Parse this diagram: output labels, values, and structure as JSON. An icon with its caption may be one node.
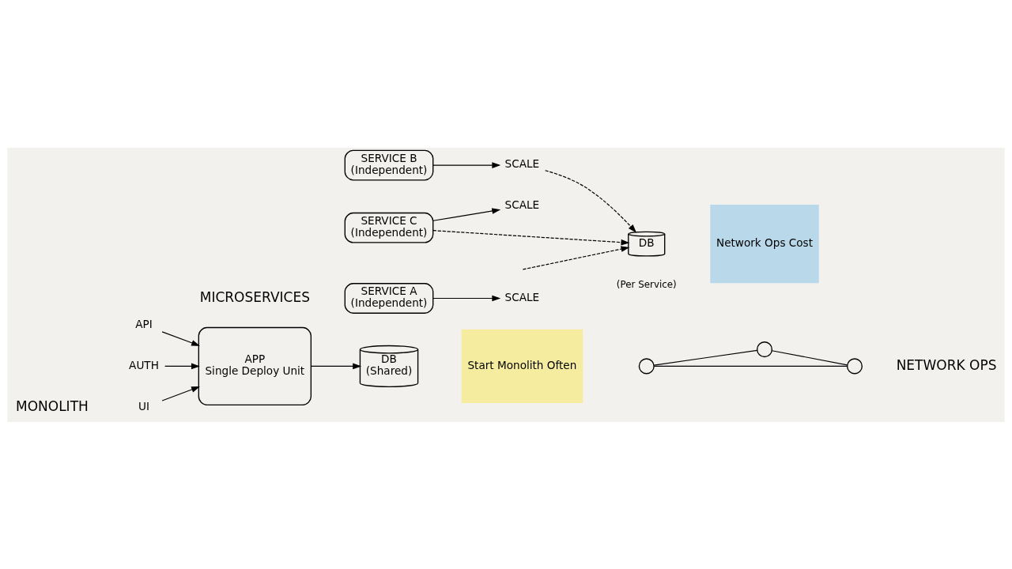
{
  "diagram": {
    "nodes": [
      {
        "text": [
          "UI"
        ]
      },
      {
        "text": [
          "API"
        ]
      },
      {
        "text": [
          "AUTH"
        ]
      },
      {
        "text": [
          "APP",
          "Single Deploy Unit"
        ]
      },
      {
        "text": [
          "DB",
          "(Shared)"
        ]
      },
      {
        "text": [
          "Start Monolith Often"
        ]
      },
      {
        "text": [
          "SERVICE A",
          "(Independent)"
        ]
      },
      {
        "text": [
          "SERVICE B",
          "(Independent)"
        ]
      },
      {
        "text": [
          "SERVICE C",
          "(Independent)"
        ]
      },
      {
        "text": [
          "SCALE"
        ]
      },
      {
        "text": [
          "SCALE"
        ]
      },
      {
        "text": [
          "SCALE"
        ]
      },
      {
        "text": [
          "DB"
        ],
        "beside": [
          "(Per Service)"
        ]
      },
      {
        "text": [],
        "shape": "circle"
      },
      {
        "text": [],
        "shape": "circle"
      },
      {
        "text": [],
        "shape": "circle"
      },
      {
        "text": [
          "Network Ops Cost"
        ]
      }
    ],
    "edges": [
      {
        "from": 0,
        "to": 3,
        "arrow": "to"
      },
      {
        "from": 1,
        "to": 3,
        "arrow": "to"
      },
      {
        "from": 2,
        "to": 3,
        "arrow": "to"
      },
      {
        "from": 3,
        "to": 4,
        "arrow": "to"
      },
      {
        "from": 6,
        "to": 9,
        "arrow": "to"
      },
      {
        "from": 7,
        "to": 10,
        "arrow": "to"
      },
      {
        "from": 8,
        "to": 11,
        "arrow": "to"
      },
      {
        "from": null,
        "to": 12,
        "arrow": "to",
        "style": "dashed"
      },
      {
        "from": 10,
        "to": 12,
        "arrow": "to",
        "style": "dashed"
      },
      {
        "from": 8,
        "to": 12,
        "arrow": "to",
        "style": "dashed"
      },
      {
        "from": 13,
        "to": 14,
        "arrow": "none"
      },
      {
        "from": 13,
        "to": 15,
        "arrow": "none"
      },
      {
        "from": 14,
        "to": 15,
        "arrow": "none"
      }
    ],
    "labels": [
      "MONOLITH",
      "MICROSERVICES",
      "NETWORK OPS"
    ]
  }
}
